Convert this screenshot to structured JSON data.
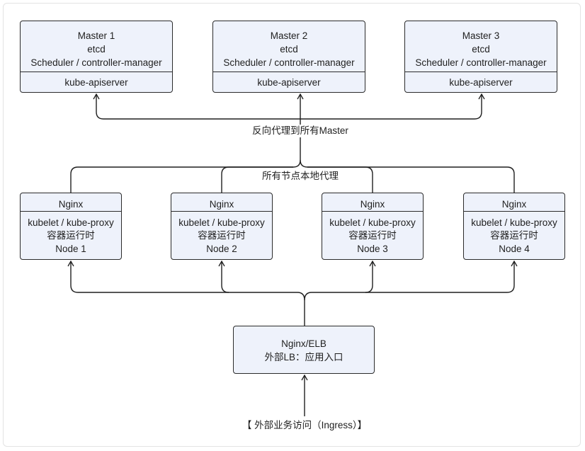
{
  "masters": [
    {
      "name": "Master 1",
      "component": "etcd",
      "services": "Scheduler  / controller-manager",
      "api": "kube-apiserver"
    },
    {
      "name": "Master 2",
      "component": "etcd",
      "services": "Scheduler  / controller-manager",
      "api": "kube-apiserver"
    },
    {
      "name": "Master 3",
      "component": "etcd",
      "services": "Scheduler  / controller-manager",
      "api": "kube-apiserver"
    }
  ],
  "proxy_label": "反向代理到所有Master",
  "local_proxy_label": "所有节点本地代理",
  "nodes": [
    {
      "proxy": "Nginx",
      "components": "kubelet / kube-proxy",
      "runtime": "容器运行时",
      "name": "Node 1"
    },
    {
      "proxy": "Nginx",
      "components": "kubelet / kube-proxy",
      "runtime": "容器运行时",
      "name": "Node 2"
    },
    {
      "proxy": "Nginx",
      "components": "kubelet / kube-proxy",
      "runtime": "容器运行时",
      "name": "Node 3"
    },
    {
      "proxy": "Nginx",
      "components": "kubelet / kube-proxy",
      "runtime": "容器运行时",
      "name": "Node 4"
    }
  ],
  "lb": {
    "title": "Nginx/ELB",
    "desc": "外部LB：应用入口"
  },
  "ingress_label": "【 外部业务访问（Ingress）】"
}
